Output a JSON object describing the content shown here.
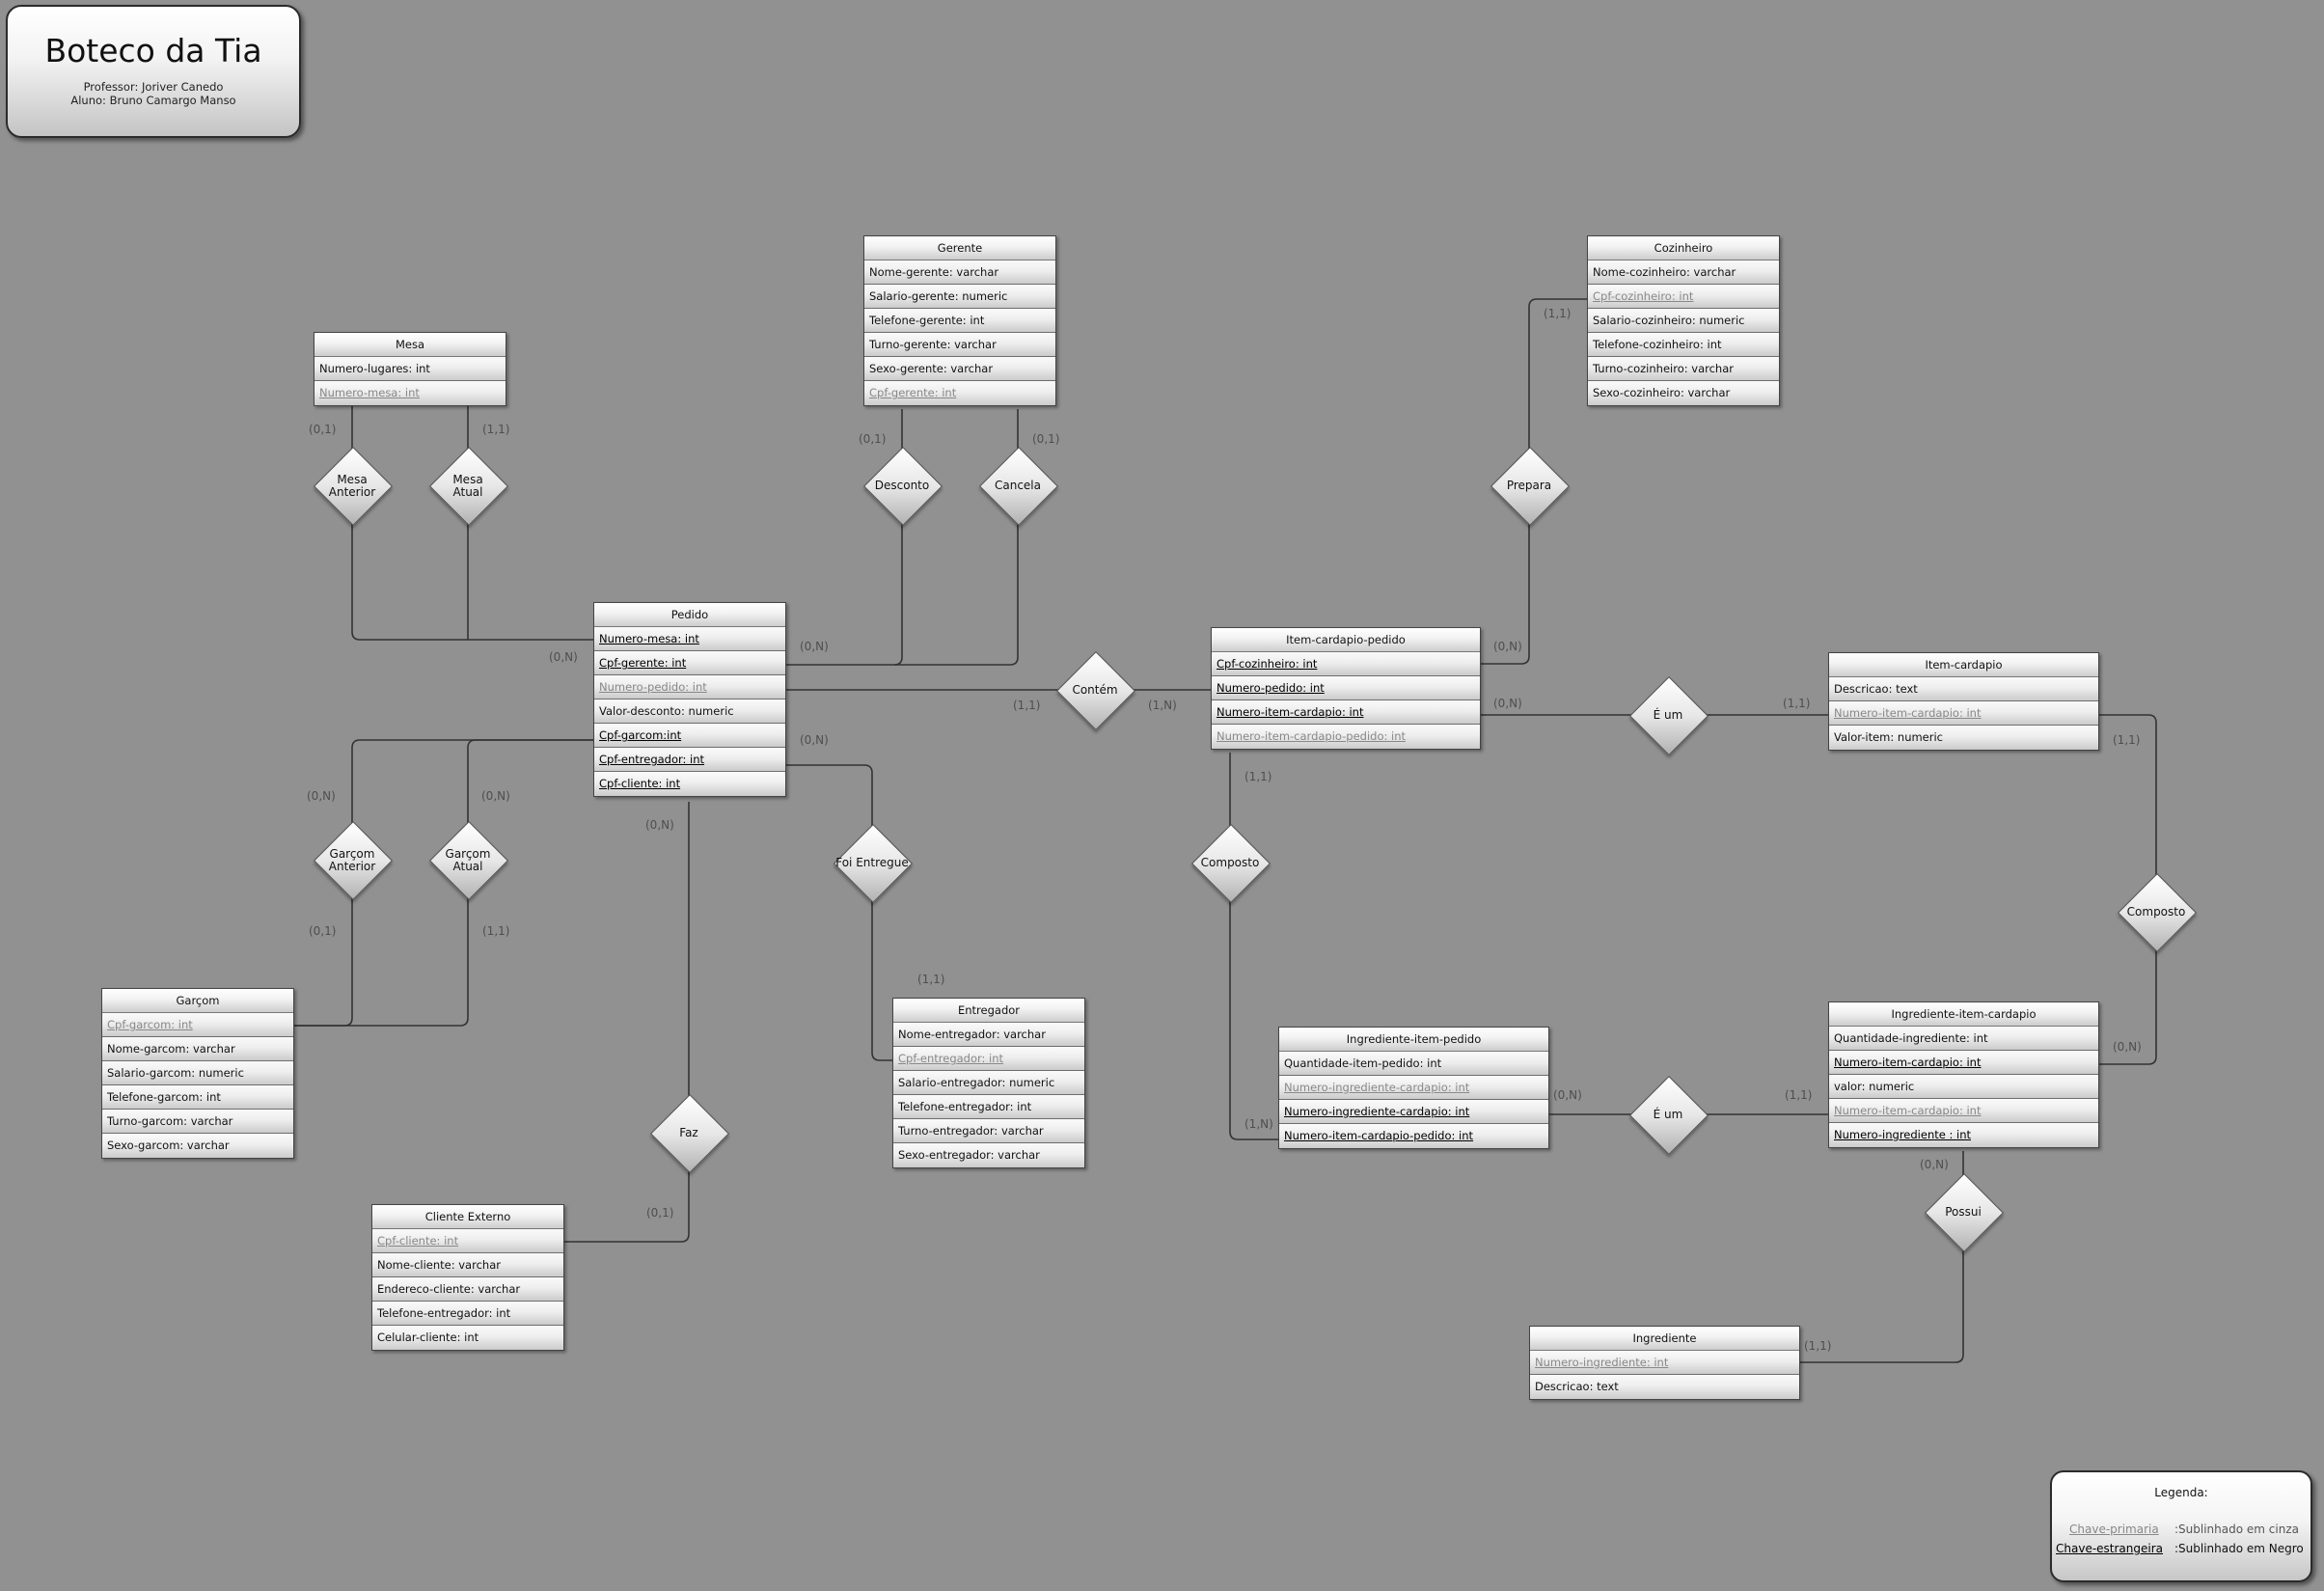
{
  "header": {
    "title": "Boteco da Tia",
    "professor": "Professor: Joriver Canedo",
    "aluno": "Aluno: Bruno Camargo Manso"
  },
  "entities": {
    "mesa": {
      "name": "Mesa",
      "attrs": [
        {
          "text": "Numero-lugares: int",
          "key": ""
        },
        {
          "text": "Numero-mesa: int",
          "key": "pk"
        }
      ]
    },
    "gerente": {
      "name": "Gerente",
      "attrs": [
        {
          "text": "Nome-gerente: varchar",
          "key": ""
        },
        {
          "text": "Salario-gerente: numeric",
          "key": ""
        },
        {
          "text": "Telefone-gerente: int",
          "key": ""
        },
        {
          "text": "Turno-gerente: varchar",
          "key": ""
        },
        {
          "text": "Sexo-gerente: varchar",
          "key": ""
        },
        {
          "text": "Cpf-gerente: int",
          "key": "pk"
        }
      ]
    },
    "cozinheiro": {
      "name": "Cozinheiro",
      "attrs": [
        {
          "text": "Nome-cozinheiro: varchar",
          "key": ""
        },
        {
          "text": "Cpf-cozinheiro: int",
          "key": "pk"
        },
        {
          "text": "Salario-cozinheiro: numeric",
          "key": ""
        },
        {
          "text": "Telefone-cozinheiro: int",
          "key": ""
        },
        {
          "text": "Turno-cozinheiro: varchar",
          "key": ""
        },
        {
          "text": "Sexo-cozinheiro: varchar",
          "key": ""
        }
      ]
    },
    "pedido": {
      "name": "Pedido",
      "attrs": [
        {
          "text": "Numero-mesa: int",
          "key": "fk"
        },
        {
          "text": "Cpf-gerente: int",
          "key": "fk"
        },
        {
          "text": "Numero-pedido: int",
          "key": "pk"
        },
        {
          "text": "Valor-desconto: numeric",
          "key": ""
        },
        {
          "text": "Cpf-garcom:int",
          "key": "fk"
        },
        {
          "text": "Cpf-entregador: int",
          "key": "fk"
        },
        {
          "text": "Cpf-cliente: int",
          "key": "fk"
        }
      ]
    },
    "item_cardapio_pedido": {
      "name": "Item-cardapio-pedido",
      "attrs": [
        {
          "text": "Cpf-cozinheiro: int",
          "key": "fk"
        },
        {
          "text": "Numero-pedido: int",
          "key": "fk"
        },
        {
          "text": "Numero-item-cardapio: int",
          "key": "fk"
        },
        {
          "text": "Numero-item-cardapio-pedido: int",
          "key": "pk"
        }
      ]
    },
    "item_cardapio": {
      "name": "Item-cardapio",
      "attrs": [
        {
          "text": "Descricao: text",
          "key": ""
        },
        {
          "text": "Numero-item-cardapio: int",
          "key": "pk"
        },
        {
          "text": "Valor-item: numeric",
          "key": ""
        }
      ]
    },
    "garcom": {
      "name": "Garçom",
      "attrs": [
        {
          "text": "Cpf-garcom: int",
          "key": "pk"
        },
        {
          "text": "Nome-garcom: varchar",
          "key": ""
        },
        {
          "text": "Salario-garcom: numeric",
          "key": ""
        },
        {
          "text": "Telefone-garcom: int",
          "key": ""
        },
        {
          "text": "Turno-garcom: varchar",
          "key": ""
        },
        {
          "text": "Sexo-garcom: varchar",
          "key": ""
        }
      ]
    },
    "entregador": {
      "name": "Entregador",
      "attrs": [
        {
          "text": "Nome-entregador: varchar",
          "key": ""
        },
        {
          "text": "Cpf-entregador: int",
          "key": "pk"
        },
        {
          "text": "Salario-entregador: numeric",
          "key": ""
        },
        {
          "text": "Telefone-entregador: int",
          "key": ""
        },
        {
          "text": "Turno-entregador: varchar",
          "key": ""
        },
        {
          "text": "Sexo-entregador: varchar",
          "key": ""
        }
      ]
    },
    "ingrediente_item_pedido": {
      "name": "Ingrediente-item-pedido",
      "attrs": [
        {
          "text": "Quantidade-item-pedido: int",
          "key": ""
        },
        {
          "text": "Numero-ingrediente-cardapio: int",
          "key": "pk"
        },
        {
          "text": "Numero-ingrediente-cardapio: int",
          "key": "fk"
        },
        {
          "text": "Numero-item-cardapio-pedido: int",
          "key": "fk"
        }
      ]
    },
    "ingrediente_item_cardapio": {
      "name": "Ingrediente-item-cardapio",
      "attrs": [
        {
          "text": "Quantidade-ingrediente: int",
          "key": ""
        },
        {
          "text": "Numero-item-cardapio: int",
          "key": "fk"
        },
        {
          "text": "valor: numeric",
          "key": ""
        },
        {
          "text": "Numero-item-cardapio: int",
          "key": "pk"
        },
        {
          "text": "Numero-ingrediente : int",
          "key": "fk"
        }
      ]
    },
    "cliente_externo": {
      "name": "Cliente Externo",
      "attrs": [
        {
          "text": "Cpf-cliente: int",
          "key": "pk"
        },
        {
          "text": "Nome-cliente: varchar",
          "key": ""
        },
        {
          "text": "Endereco-cliente: varchar",
          "key": ""
        },
        {
          "text": "Telefone-entregador: int",
          "key": ""
        },
        {
          "text": "Celular-cliente: int",
          "key": ""
        }
      ]
    },
    "ingrediente": {
      "name": "Ingrediente",
      "attrs": [
        {
          "text": "Numero-ingrediente: int",
          "key": "pk"
        },
        {
          "text": "Descricao: text",
          "key": ""
        }
      ]
    }
  },
  "relationships": {
    "mesa_anterior": "Mesa\nAnterior",
    "mesa_atual": "Mesa\nAtual",
    "desconto": "Desconto",
    "cancela": "Cancela",
    "prepara": "Prepara",
    "contem": "Contém",
    "e_um_1": "É um",
    "garcom_anterior": "Garçom\nAnterior",
    "garcom_atual": "Garçom\nAtual",
    "foi_entregue": "Foi Entregue",
    "composto_1": "Composto",
    "composto_2": "Composto",
    "faz": "Faz",
    "e_um_2": "É um",
    "possui": "Possui"
  },
  "cardinalities": {
    "c1": "(0,1)",
    "c2": "(1,1)",
    "c3": "(0,N)",
    "c4": "(0,1)",
    "c5": "(0,1)",
    "c6": "(0,N)",
    "c7": "(1,1)",
    "c8": "(0,N)",
    "c9": "(1,1)",
    "c10": "(1,N)",
    "c11": "(0,N)",
    "c12": "(1,1)",
    "c13": "(0,N)",
    "c14": "(0,N)",
    "c15": "(0,N)",
    "c16": "(0,1)",
    "c17": "(1,1)",
    "c18": "(1,1)",
    "c19": "(1,1)",
    "c20": "(1,1)",
    "c21": "(0,N)",
    "c22": "(1,N)",
    "c23": "(0,1)",
    "c24": "(0,N)",
    "c25": "(1,1)",
    "c26": "(0,N)",
    "c27": "(1,1)"
  },
  "legend": {
    "title": "Legenda:",
    "pk_label": "Chave-primaria",
    "pk_desc": ":Sublinhado em cinza",
    "fk_label": "Chave-estrangeira",
    "fk_desc": ":Sublinhado em Negro"
  }
}
